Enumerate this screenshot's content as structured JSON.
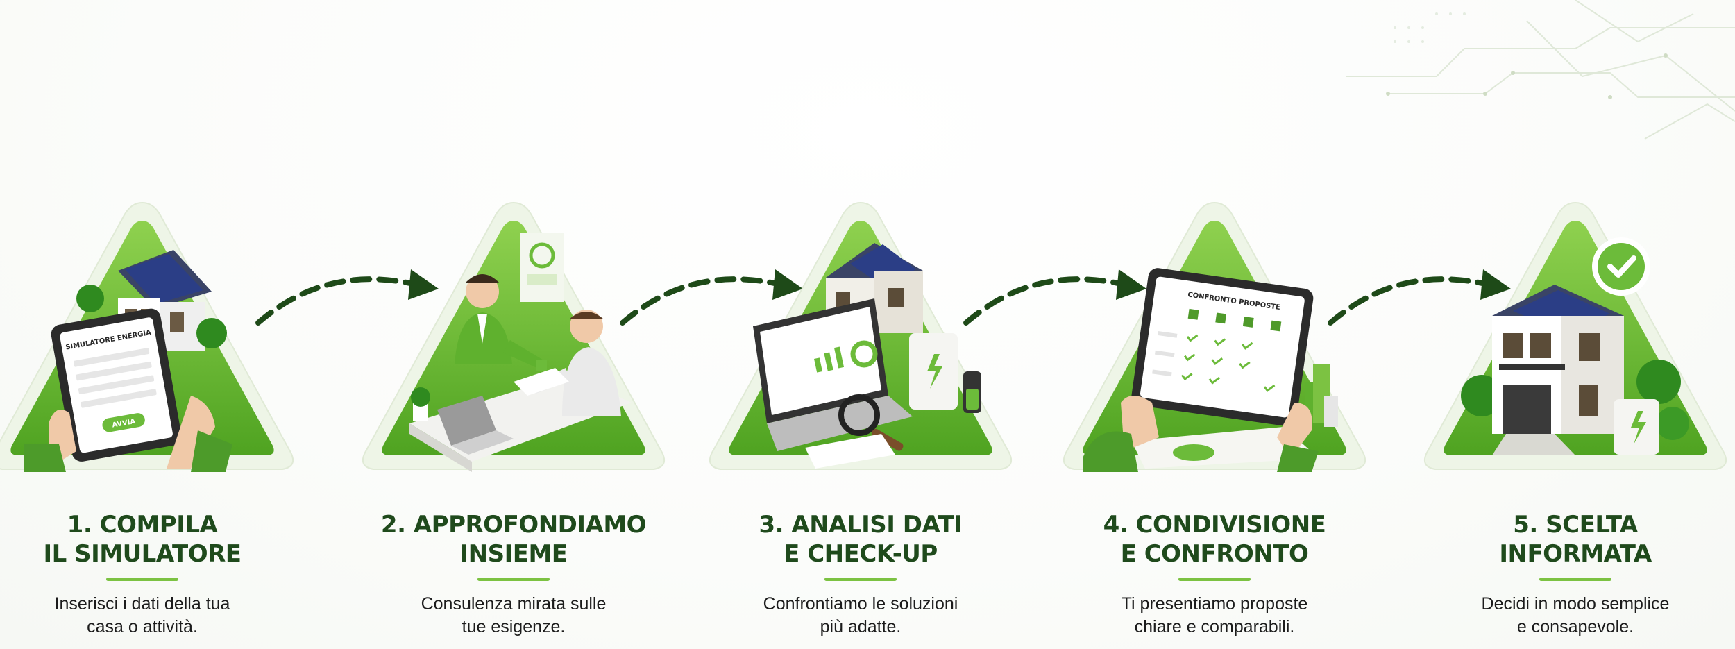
{
  "colors": {
    "dark_green": "#1f4a1c",
    "accent_green": "#7cc242",
    "triangle_fill": "#6cbb3a",
    "arrow": "#1e4a18"
  },
  "steps": [
    {
      "title_line1": "1. COMPILA",
      "title_line2": "IL SIMULATORE",
      "desc_line1": "Inserisci i dati della tua",
      "desc_line2": "casa o attività.",
      "illustration": "tablet-simulator-icon",
      "screen_title": "SIMULATORE ENERGIA",
      "screen_button": "AVVIA"
    },
    {
      "title_line1": "2. APPROFONDIAMO",
      "title_line2": "INSIEME",
      "desc_line1": "Consulenza mirata sulle",
      "desc_line2": "tue esigenze.",
      "illustration": "consultation-meeting-icon"
    },
    {
      "title_line1": "3. ANALISI DATI",
      "title_line2": "E CHECK-UP",
      "desc_line1": "Confrontiamo le soluzioni",
      "desc_line2": "più adatte.",
      "illustration": "data-analysis-icon"
    },
    {
      "title_line1": "4. CONDIVISIONE",
      "title_line2": "E CONFRONTO",
      "desc_line1": "Ti presentiamo proposte",
      "desc_line2": "chiare e comparabili.",
      "illustration": "proposal-comparison-icon",
      "screen_title": "CONFRONTO PROPOSTE"
    },
    {
      "title_line1": "5. SCELTA",
      "title_line2": "INFORMATA",
      "desc_line1": "Decidi in modo semplice",
      "desc_line2": "e consapevole.",
      "illustration": "solar-house-check-icon"
    }
  ]
}
